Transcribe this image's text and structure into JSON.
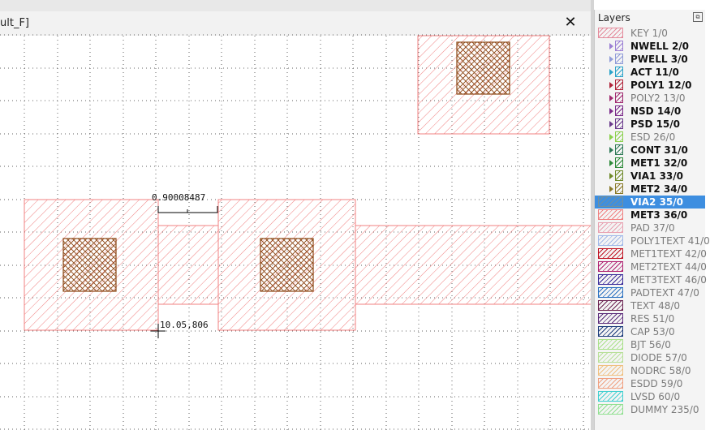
{
  "window": {
    "tab_title": "ult_F]",
    "close_glyph": "✕"
  },
  "canvas": {
    "ruler_label": "0.90008487",
    "cursor_coords": "10.05,806",
    "colors": {
      "met3": "#f08080",
      "via": "#8b4513",
      "grid": "#606060"
    }
  },
  "layers_panel": {
    "title": "Layers",
    "float_icon": "⧉",
    "layers": [
      {
        "label": "KEY 1/0",
        "visible": false,
        "expandable": false,
        "color": "#e48a9b"
      },
      {
        "label": "NWELL 2/0",
        "visible": true,
        "expandable": true,
        "color": "#9b7fd4"
      },
      {
        "label": "PWELL 3/0",
        "visible": true,
        "expandable": true,
        "color": "#8f9bd8"
      },
      {
        "label": "ACT 11/0",
        "visible": true,
        "expandable": true,
        "color": "#2aa3c9"
      },
      {
        "label": "POLY1 12/0",
        "visible": true,
        "expandable": true,
        "color": "#b0243a"
      },
      {
        "label": "POLY2 13/0",
        "visible": false,
        "expandable": true,
        "color": "#a02a70"
      },
      {
        "label": "NSD 14/0",
        "visible": true,
        "expandable": true,
        "color": "#7b2a8a"
      },
      {
        "label": "PSD 15/0",
        "visible": true,
        "expandable": true,
        "color": "#6a3a8c"
      },
      {
        "label": "ESD 26/0",
        "visible": false,
        "expandable": true,
        "color": "#8ad04b"
      },
      {
        "label": "CONT 31/0",
        "visible": true,
        "expandable": true,
        "color": "#2f7a57"
      },
      {
        "label": "MET1 32/0",
        "visible": true,
        "expandable": true,
        "color": "#2e8b3a"
      },
      {
        "label": "VIA1 33/0",
        "visible": true,
        "expandable": true,
        "color": "#6f8a2a"
      },
      {
        "label": "MET2 34/0",
        "visible": true,
        "expandable": true,
        "color": "#8a7a2a"
      },
      {
        "label": "VIA2 35/0",
        "visible": true,
        "expandable": false,
        "color": "#6f8fa0"
      },
      {
        "label": "MET3 36/0",
        "visible": true,
        "expandable": false,
        "color": "#f08080"
      },
      {
        "label": "PAD 37/0",
        "visible": false,
        "expandable": false,
        "color": "#e8a0b0"
      },
      {
        "label": "POLY1TEXT 41/0",
        "visible": false,
        "expandable": false,
        "color": "#a0b8e8"
      },
      {
        "label": "MET1TEXT 42/0",
        "visible": false,
        "expandable": false,
        "color": "#c01020"
      },
      {
        "label": "MET2TEXT 44/0",
        "visible": false,
        "expandable": false,
        "color": "#b02070"
      },
      {
        "label": "MET3TEXT 46/0",
        "visible": false,
        "expandable": false,
        "color": "#3a2a9a"
      },
      {
        "label": "PADTEXT 47/0",
        "visible": false,
        "expandable": false,
        "color": "#2a70c0"
      },
      {
        "label": "TEXT 48/0",
        "visible": false,
        "expandable": false,
        "color": "#6a2050"
      },
      {
        "label": "RES 51/0",
        "visible": false,
        "expandable": false,
        "color": "#5a2a7a"
      },
      {
        "label": "CAP 53/0",
        "visible": false,
        "expandable": false,
        "color": "#1a3a7a"
      },
      {
        "label": "BJT 56/0",
        "visible": false,
        "expandable": false,
        "color": "#a8e088"
      },
      {
        "label": "DIODE 57/0",
        "visible": false,
        "expandable": false,
        "color": "#b8e098"
      },
      {
        "label": "NODRC 58/0",
        "visible": false,
        "expandable": false,
        "color": "#f0c080"
      },
      {
        "label": "ESDD 59/0",
        "visible": false,
        "expandable": false,
        "color": "#f0a080"
      },
      {
        "label": "LVSD 60/0",
        "visible": false,
        "expandable": false,
        "color": "#40d0d0"
      },
      {
        "label": "DUMMY 235/0",
        "visible": false,
        "expandable": false,
        "color": "#90e090"
      }
    ],
    "selected_index": 13
  }
}
